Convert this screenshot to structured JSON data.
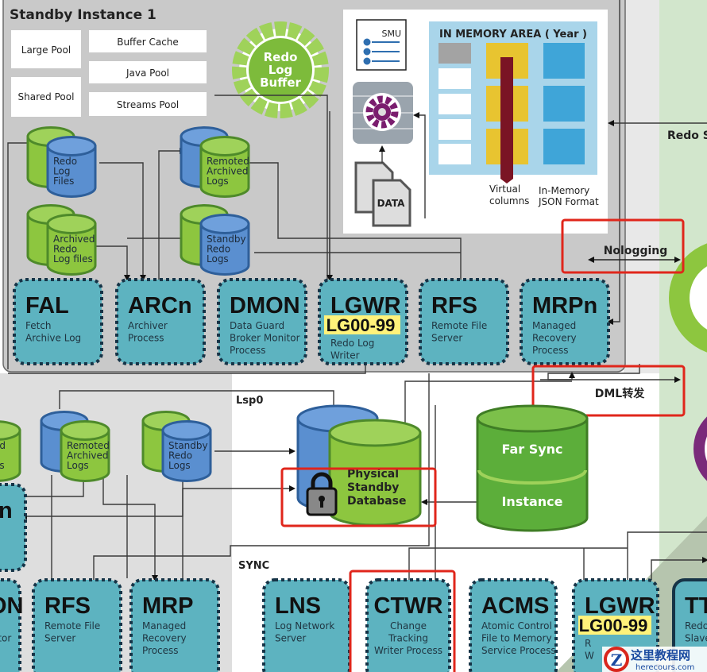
{
  "instance_title": "Standby Instance 1",
  "pools": [
    "Large Pool",
    "Shared Pool",
    "Buffer Cache",
    "Java Pool",
    "Streams Pool"
  ],
  "redo_log_buffer": [
    "Redo",
    "Log",
    "Buffer"
  ],
  "memory": {
    "smu": "SMU",
    "data": "DATA",
    "title": "IN MEMORY AREA ( Year )",
    "virtual_columns": [
      "Virtual",
      "columns"
    ],
    "json_format": [
      "In-Memory",
      "JSON Format"
    ]
  },
  "top_stores": [
    {
      "lines": [
        "Redo",
        "Log",
        "Files"
      ]
    },
    {
      "lines": [
        "Remoted",
        "Archived",
        "Logs"
      ]
    },
    {
      "lines": [
        "Archived",
        "Redo",
        "Log files"
      ]
    },
    {
      "lines": [
        "Standby",
        "Redo",
        "Logs"
      ]
    }
  ],
  "top_processes": [
    {
      "name": "FAL",
      "desc": [
        "Fetch",
        "Archive Log"
      ]
    },
    {
      "name": "ARCn",
      "desc": [
        "Archiver",
        "Process"
      ]
    },
    {
      "name": "DMON",
      "desc": [
        "Data Guard",
        "Broker Monitor",
        "Process"
      ]
    },
    {
      "name": "LGWR",
      "badge": "LG00-99",
      "desc": [
        "Redo Log",
        "Writer"
      ]
    },
    {
      "name": "RFS",
      "desc": [
        "Remote File",
        "Server"
      ]
    },
    {
      "name": "MRPn",
      "desc": [
        "Managed",
        "Recovery",
        "Process"
      ]
    }
  ],
  "labels": {
    "redo_s": "Redo S",
    "nologging": "Nologging",
    "dml": "DML转发",
    "lsp0": "Lsp0",
    "sync": "SYNC"
  },
  "bottom_stores": [
    {
      "lines": [
        "ed",
        "",
        "es"
      ]
    },
    {
      "lines": [
        "Remoted",
        "Archived",
        "Logs"
      ]
    },
    {
      "lines": [
        "Standby",
        "Redo",
        "Logs"
      ]
    }
  ],
  "physical_standby": [
    "Physical",
    "Standby",
    "Database"
  ],
  "far_sync": [
    "Far Sync",
    "Instance"
  ],
  "partial_process": {
    "name": "n"
  },
  "bottom_processes": [
    {
      "name": "ON",
      "desc": [
        "",
        "itor"
      ]
    },
    {
      "name": "RFS",
      "desc": [
        "Remote File",
        "Server"
      ]
    },
    {
      "name": "MRP",
      "desc": [
        "Managed",
        "Recovery",
        "Process"
      ]
    },
    {
      "name": "LNS",
      "desc": [
        "Log Network",
        "Server"
      ]
    },
    {
      "name": "CTWR",
      "desc": [
        "Change",
        "Tracking",
        "Writer Process"
      ]
    },
    {
      "name": "ACMS",
      "desc": [
        "Atomic Control",
        "File to Memory",
        "Service Process"
      ]
    },
    {
      "name": "LGWR",
      "badge": "LG00-99",
      "desc": [
        "R",
        "W"
      ]
    },
    {
      "name": "TT",
      "desc": [
        "Redo",
        "Slave"
      ]
    }
  ],
  "watermark": {
    "site": "这里教程网",
    "url": "herecours.com"
  },
  "colors": {
    "process_fill": "#5db3c0",
    "process_border": "#163447",
    "green_store": "#8dc63f",
    "blue_store": "#5a8fd0",
    "highlight_red": "#e0261b",
    "badge_yellow": "#fff27a",
    "instance_gray": "#c8c8c8"
  }
}
